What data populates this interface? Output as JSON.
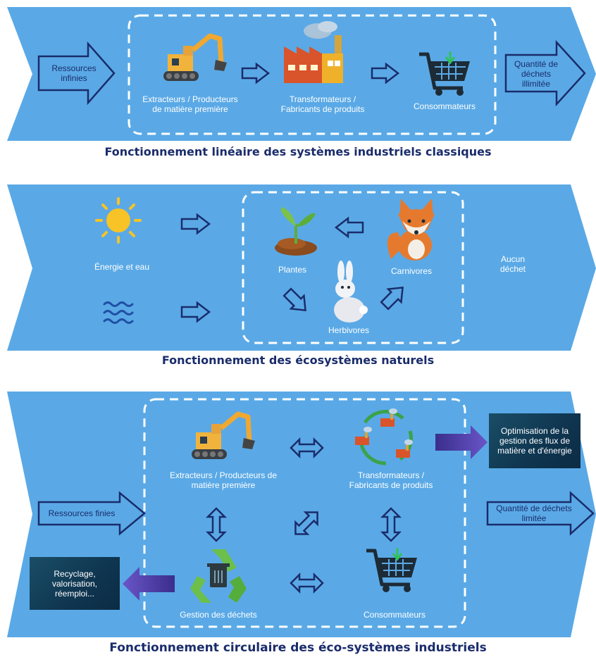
{
  "panel1": {
    "title": "Fonctionnement linéaire des systèmes industriels classiques",
    "input": "Ressources infinies",
    "extract": "Extracteurs / Producteurs de matière première",
    "transform": "Transformateurs / Fabricants de produits",
    "consumer": "Consommateurs",
    "output": "Quantité de déchets illimitée"
  },
  "panel2": {
    "title": "Fonctionnement des écosystèmes naturels",
    "energy": "Énergie et eau",
    "plants": "Plantes",
    "carnivores": "Carnivores",
    "herbivores": "Herbivores",
    "output": "Aucun déchet"
  },
  "panel3": {
    "title": "Fonctionnement circulaire des éco-systèmes industriels",
    "input": "Ressources finies",
    "extract": "Extracteurs / Producteurs de matière première",
    "transform": "Transformateurs / Fabricants de produits",
    "waste": "Gestion des déchets",
    "consumer": "Consommateurs",
    "optim": "Optimisation de la gestion des flux de matière et d'énergie",
    "output": "Quantité de déchets limitée",
    "recycle": "Recyclage, valorisation, réemploi..."
  },
  "colors": {
    "band": "#5aa9e6",
    "text": "#1a2c6b",
    "arrow": "#1a2c6b",
    "dark_box": "#0f3a55"
  }
}
